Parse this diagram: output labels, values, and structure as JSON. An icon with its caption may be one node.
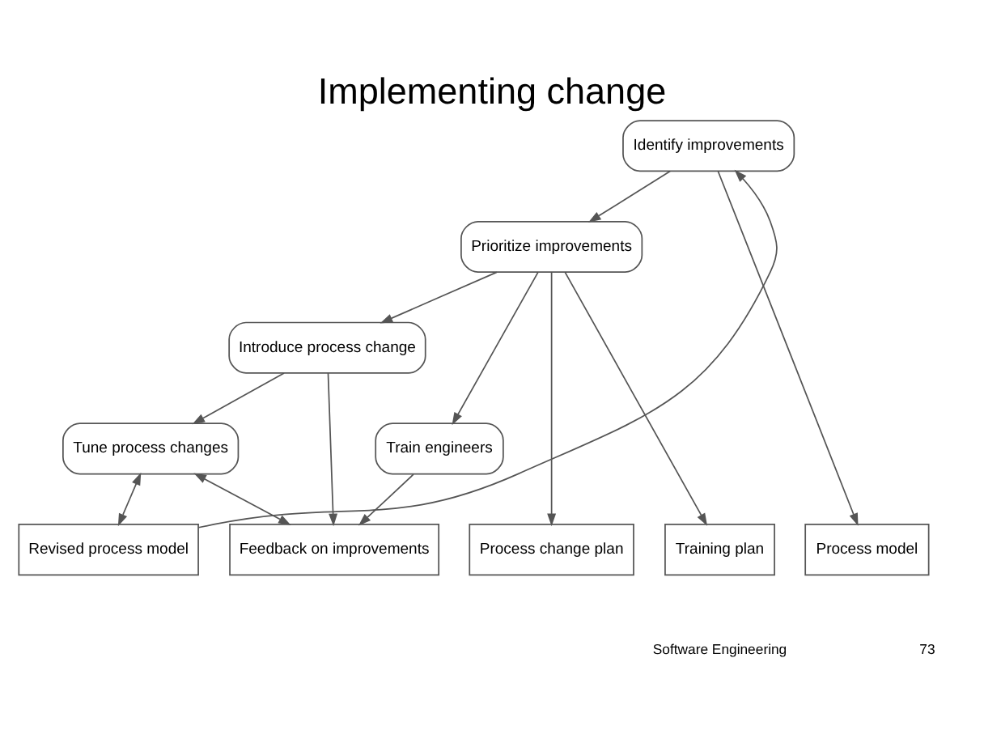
{
  "diagram": {
    "title": "Implementing change",
    "nodes": [
      {
        "text": [
          "Identify improvements"
        ]
      },
      {
        "text": [
          "Prioritize improvements"
        ]
      },
      {
        "text": [
          "Introduce process change"
        ]
      },
      {
        "text": [
          "Train engineers"
        ]
      },
      {
        "text": [
          "Tune process changes"
        ]
      },
      {
        "text": [
          "Process model"
        ]
      },
      {
        "text": [
          "Process change plan"
        ]
      },
      {
        "text": [
          "Training plan"
        ]
      },
      {
        "text": [
          "Feedback on improvements"
        ]
      },
      {
        "text": [
          "Revised process model"
        ]
      }
    ],
    "edges": [
      {
        "from": 0,
        "to": 1,
        "arrow": "to"
      },
      {
        "from": 1,
        "to": 2,
        "arrow": "to"
      },
      {
        "from": 1,
        "to": 3,
        "arrow": "to"
      },
      {
        "from": 2,
        "to": 4,
        "arrow": "to"
      },
      {
        "from": 2,
        "to": 8,
        "arrow": "to"
      },
      {
        "from": 3,
        "to": 8,
        "arrow": "to"
      },
      {
        "from": 8,
        "to": 4,
        "arrow": "both"
      },
      {
        "from": 4,
        "to": 9,
        "arrow": "both"
      },
      {
        "from": 9,
        "to": 0,
        "arrow": "to"
      },
      {
        "from": 0,
        "to": 5,
        "arrow": "to"
      },
      {
        "from": 1,
        "to": 6,
        "arrow": "to"
      },
      {
        "from": 1,
        "to": 7,
        "arrow": "to"
      }
    ],
    "labels": [
      "Software Engineering",
      "73"
    ]
  }
}
